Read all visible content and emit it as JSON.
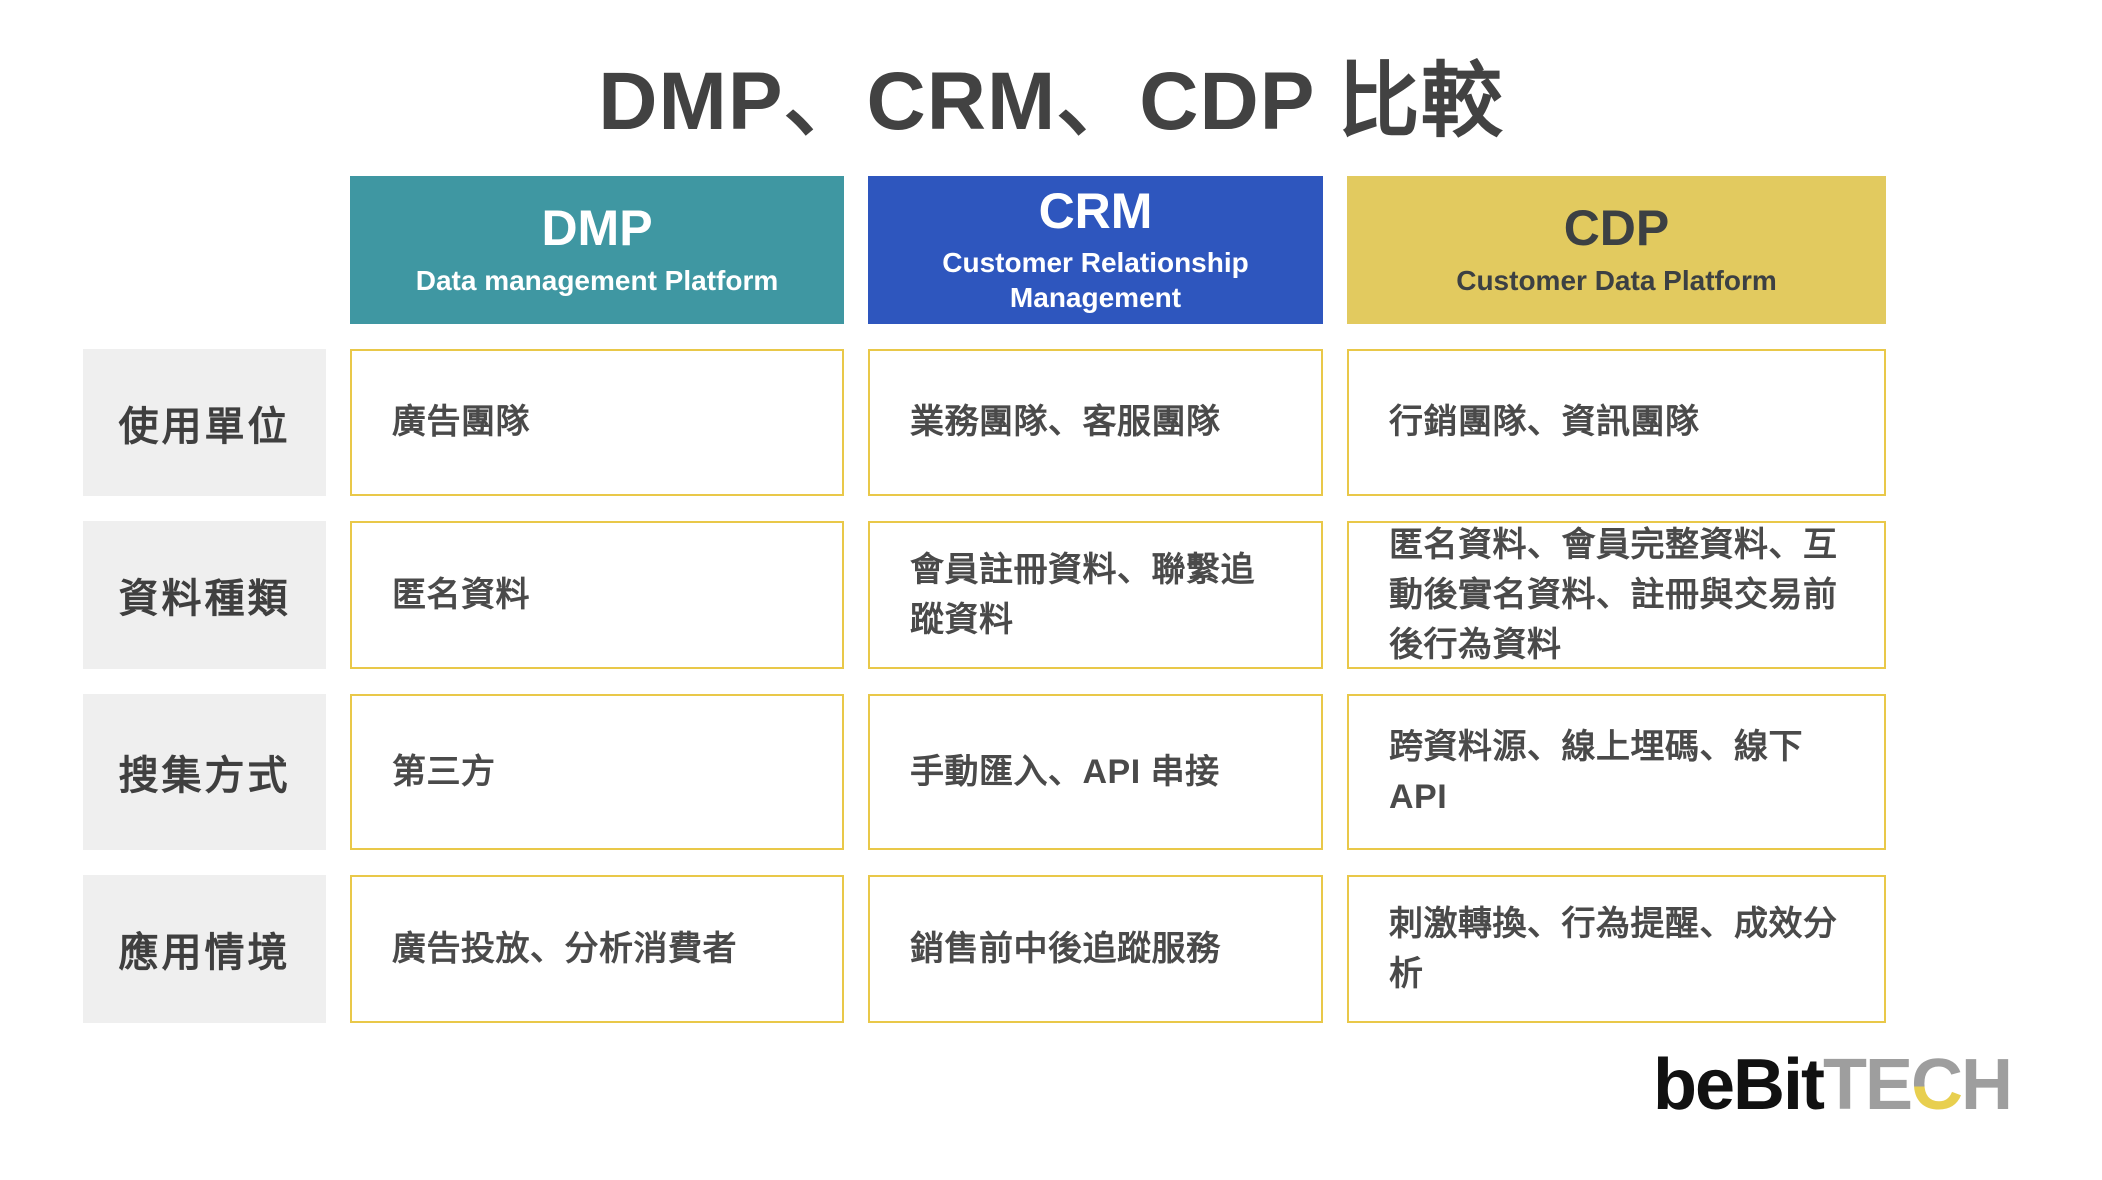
{
  "title": "DMP、CRM、CDP 比較",
  "colors": {
    "dmp_header_bg": "#3f97a2",
    "crm_header_bg": "#2e56be",
    "cdp_header_bg": "#e2ca5f",
    "cell_border": "#e9c849",
    "row_label_bg": "#efefef",
    "body_text": "#4a4a4a",
    "logo_black": "#111111",
    "logo_gray": "#9e9e9e",
    "logo_yellow": "#e8cf4f"
  },
  "columns": [
    {
      "abbr": "DMP",
      "full": "Data management Platform",
      "bg": "#3f97a2",
      "text_color": "#ffffff"
    },
    {
      "abbr": "CRM",
      "full": "Customer Relationship Management",
      "bg": "#2e56be",
      "text_color": "#ffffff"
    },
    {
      "abbr": "CDP",
      "full": "Customer Data Platform",
      "bg": "#e2ca5f",
      "text_color": "#3c4043"
    }
  ],
  "rows": [
    {
      "label": "使用單位",
      "cells": [
        "廣告團隊",
        "業務團隊、客服團隊",
        "行銷團隊、資訊團隊"
      ]
    },
    {
      "label": "資料種類",
      "cells": [
        "匿名資料",
        "會員註冊資料、聯繫追蹤資料",
        "匿名資料、會員完整資料、互動後實名資料、註冊與交易前後行為資料"
      ]
    },
    {
      "label": "搜集方式",
      "cells": [
        "第三方",
        "手動匯入、API 串接",
        "跨資料源、線上埋碼、線下 API"
      ]
    },
    {
      "label": "應用情境",
      "cells": [
        "廣告投放、分析消費者",
        "銷售前中後追蹤服務",
        "刺激轉換、行為提醒、成效分析"
      ]
    }
  ],
  "logo": {
    "black_text": "beBit",
    "gray_before_c": "TE",
    "split_letter": "C",
    "gray_after_c": "H"
  }
}
